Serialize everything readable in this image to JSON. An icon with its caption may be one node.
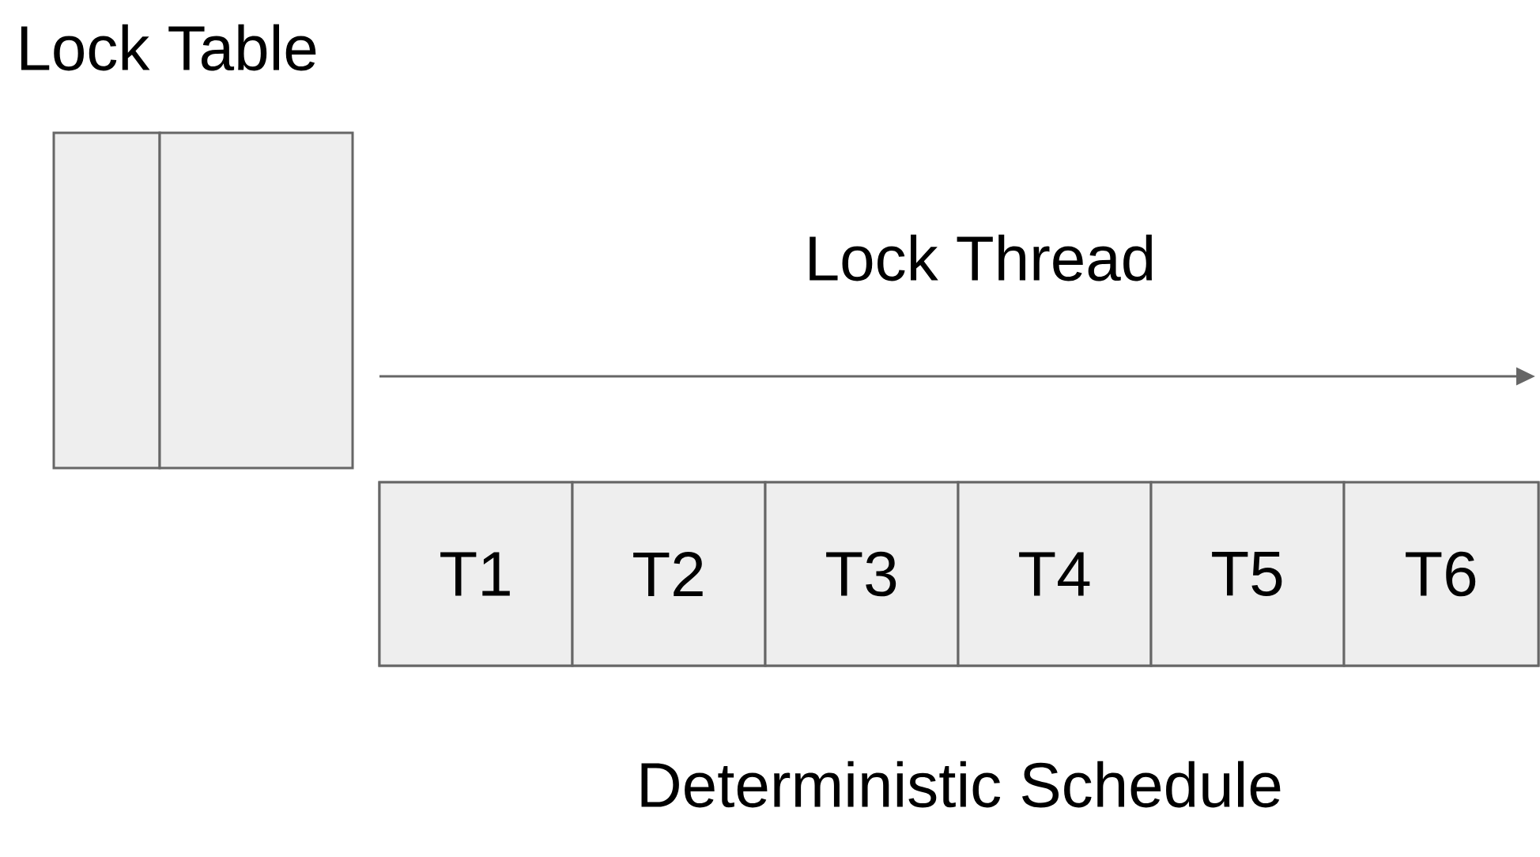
{
  "diagram": {
    "nodes": [
      {
        "text": [
          "Lock Table"
        ]
      },
      {
        "text": [],
        "shape": "box"
      },
      {
        "text": [],
        "shape": "box"
      },
      {
        "text": [
          "Deterministic Schedule"
        ]
      },
      {
        "text": [
          "T1"
        ],
        "in": 3
      },
      {
        "text": [
          "T2"
        ],
        "in": 3
      },
      {
        "text": [
          "T3"
        ],
        "in": 3
      },
      {
        "text": [
          "T4"
        ],
        "in": 3
      },
      {
        "text": [
          "T5"
        ],
        "in": 3
      },
      {
        "text": [
          "T6"
        ],
        "in": 3
      }
    ],
    "labels": [
      "Lock Thread"
    ]
  }
}
